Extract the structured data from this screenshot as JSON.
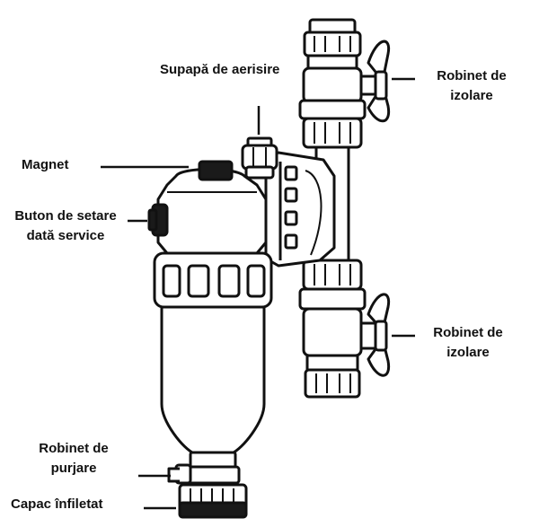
{
  "labels": {
    "air_valve": "Supapă de aerisire",
    "magnet": "Magnet",
    "service_button": [
      "Buton de setare",
      "dată service"
    ],
    "isolation_valve_top": [
      "Robinet de",
      "izolare"
    ],
    "isolation_valve_bottom": [
      "Robinet de",
      "izolare"
    ],
    "purge_valve": [
      "Robinet de",
      "purjare"
    ],
    "threaded_cap": "Capac înfiletat"
  },
  "colors": {
    "ink": "#111111",
    "body_fill": "#ffffff",
    "knob_fill": "#1a1a1a"
  }
}
